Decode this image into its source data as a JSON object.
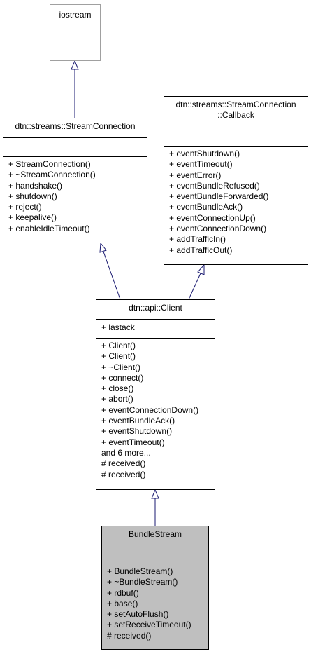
{
  "nodes": {
    "iostream": {
      "title": "iostream",
      "attributes": [],
      "methods": []
    },
    "stream_connection": {
      "title": "dtn::streams::StreamConnection",
      "attributes": [],
      "methods": [
        "+ StreamConnection()",
        "+ ~StreamConnection()",
        "+ handshake()",
        "+ shutdown()",
        "+ reject()",
        "+ keepalive()",
        "+ enableIdleTimeout()"
      ]
    },
    "callback": {
      "title": "dtn::streams::StreamConnection\n::Callback",
      "attributes": [],
      "methods": [
        "+ eventShutdown()",
        "+ eventTimeout()",
        "+ eventError()",
        "+ eventBundleRefused()",
        "+ eventBundleForwarded()",
        "+ eventBundleAck()",
        "+ eventConnectionUp()",
        "+ eventConnectionDown()",
        "+ addTrafficIn()",
        "+ addTrafficOut()"
      ]
    },
    "client": {
      "title": "dtn::api::Client",
      "attributes": [
        "+ lastack"
      ],
      "methods": [
        "+ Client()",
        "+ Client()",
        "+ ~Client()",
        "+ connect()",
        "+ close()",
        "+ abort()",
        "+ eventConnectionDown()",
        "+ eventBundleAck()",
        "+ eventShutdown()",
        "+ eventTimeout()",
        "and 6 more...",
        "# received()",
        "# received()"
      ]
    },
    "bundle_stream": {
      "title": "BundleStream",
      "attributes": [],
      "methods": [
        "+ BundleStream()",
        "+ ~BundleStream()",
        "+ rdbuf()",
        "+ base()",
        "+ setAutoFlush()",
        "+ setReceiveTimeout()",
        "# received()"
      ]
    }
  },
  "colors": {
    "edge": "#191970",
    "highlight_fill": "#bfbfbf",
    "external_border": "#a0a0a0",
    "border": "#000000"
  }
}
